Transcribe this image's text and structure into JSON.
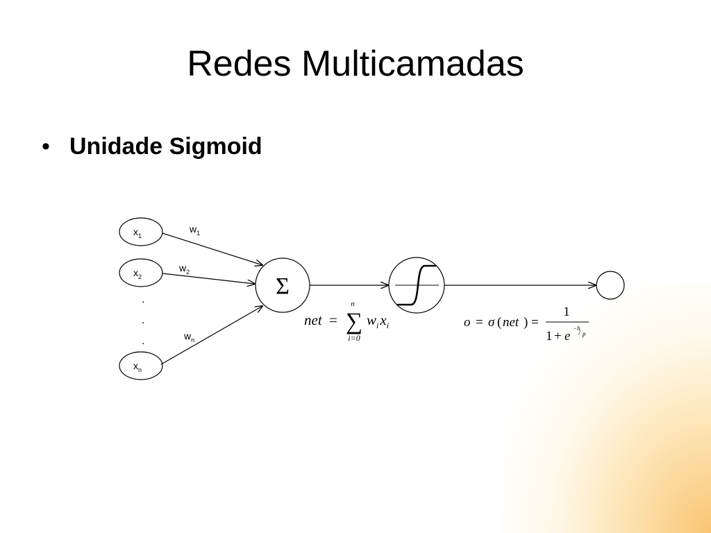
{
  "slide": {
    "title": "Redes Multicamadas",
    "bullet": "Unidade Sigmoid"
  },
  "diagram": {
    "inputs": [
      {
        "base": "x",
        "sub": "1"
      },
      {
        "base": "x",
        "sub": "2"
      },
      {
        "base": "x",
        "sub": "n"
      }
    ],
    "weights": [
      {
        "base": "w",
        "sub": "1"
      },
      {
        "base": "w",
        "sub": "2"
      },
      {
        "base": "w",
        "sub": "n"
      }
    ],
    "ellipsis_dot": ".",
    "sum_symbol": "Σ",
    "net_formula": {
      "lhs": "net",
      "equals": "=",
      "sigma": "∑",
      "upper": "n",
      "lower": "i=0",
      "term_w": "w",
      "term_w_sub": "i",
      "term_x": "x",
      "term_x_sub": "i"
    },
    "output_formula": {
      "o": "o",
      "equals": "=",
      "sigma": "σ",
      "open": "(",
      "net": "net",
      "close": ")",
      "numerator": "1",
      "denom_one": "1",
      "plus": "+",
      "e": "e",
      "exp_num": "−h",
      "exp_slash": "/",
      "exp_den": "p"
    }
  }
}
